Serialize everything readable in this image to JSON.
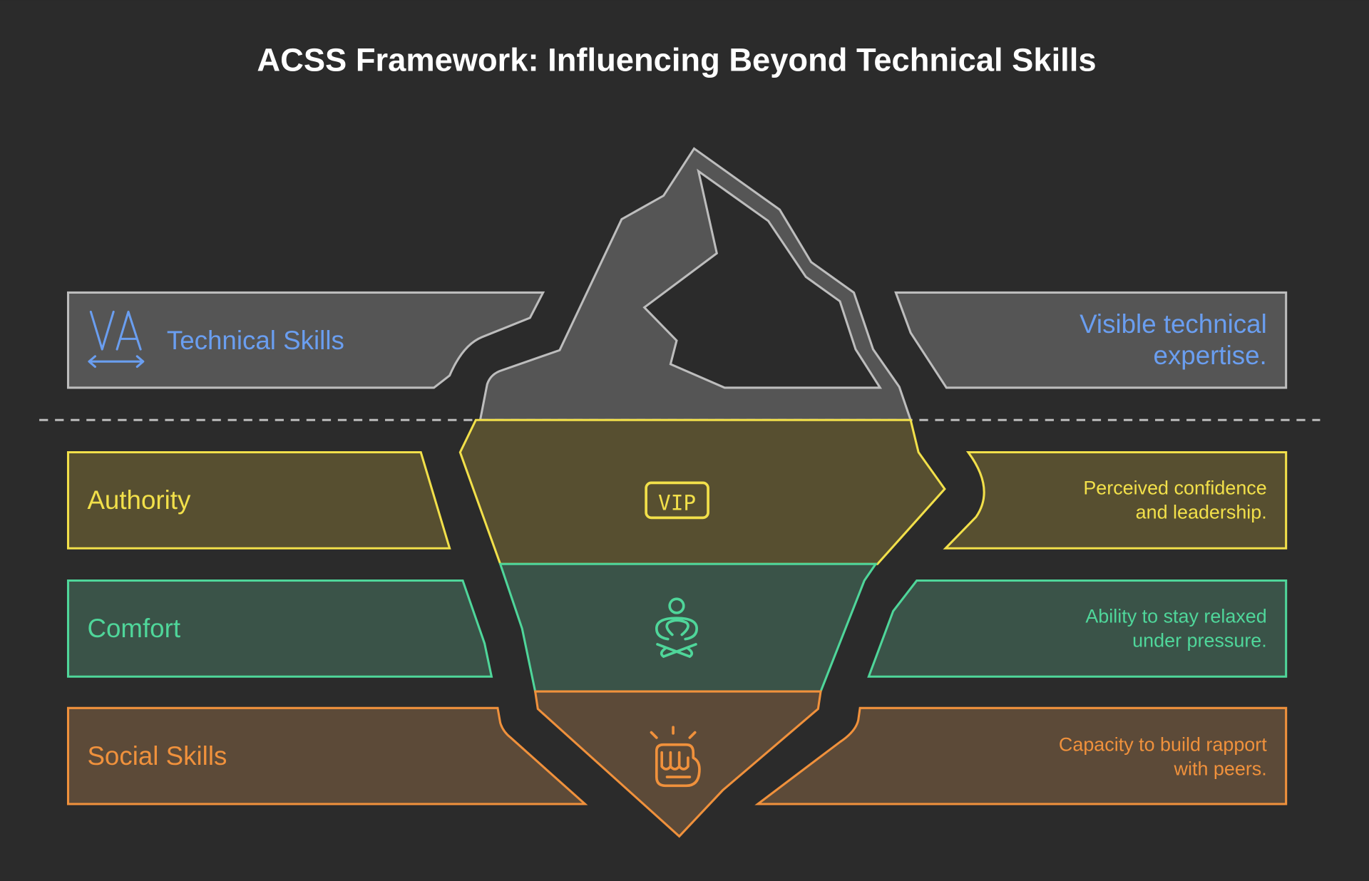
{
  "title": "ACSS Framework: Influencing Beyond Technical Skills",
  "colors": {
    "background": "#2b2b2b",
    "technical": "#6a9ef0",
    "authority": "#f2e04a",
    "comfort": "#4fd69a",
    "social": "#f0913c"
  },
  "layers": [
    {
      "label": "Technical Skills",
      "description_lines": [
        "Visible technical",
        "expertise."
      ],
      "icon": "font-width-icon"
    },
    {
      "label": "Authority",
      "description_lines": [
        "Perceived confidence",
        "and leadership."
      ],
      "icon": "vip-badge-icon",
      "icon_text": "VIP"
    },
    {
      "label": "Comfort",
      "description_lines": [
        "Ability to stay relaxed",
        "under pressure."
      ],
      "icon": "meditation-icon"
    },
    {
      "label": "Social Skills",
      "description_lines": [
        "Capacity to build rapport",
        "with peers."
      ],
      "icon": "fist-bump-icon"
    }
  ]
}
